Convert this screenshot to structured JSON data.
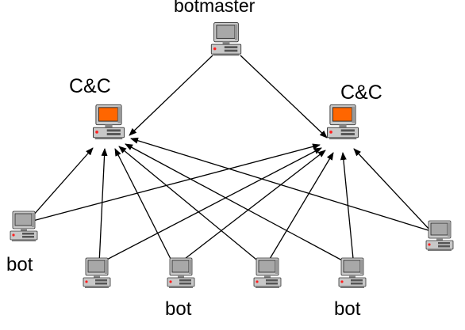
{
  "labels": {
    "botmaster": "botmaster",
    "cc_left": "C&C",
    "cc_right": "C&C",
    "bot_left": "bot",
    "bot_bottom_1": "bot",
    "bot_bottom_2": "bot"
  },
  "colors": {
    "cc_screen": "#ff6600",
    "pc_screen": "#a8a8a8",
    "pc_body": "#c8c8c8",
    "edge": "#000000",
    "indicator": "#ff2020"
  },
  "nodes": [
    {
      "id": "botmaster",
      "type": "botmaster",
      "icon": "computer-icon"
    },
    {
      "id": "cc1",
      "type": "cc",
      "icon": "server-computer-icon"
    },
    {
      "id": "cc2",
      "type": "cc",
      "icon": "server-computer-icon"
    },
    {
      "id": "bot1",
      "type": "bot",
      "icon": "computer-icon"
    },
    {
      "id": "bot2",
      "type": "bot",
      "icon": "computer-icon"
    },
    {
      "id": "bot3",
      "type": "bot",
      "icon": "computer-icon"
    },
    {
      "id": "bot4",
      "type": "bot",
      "icon": "computer-icon"
    },
    {
      "id": "bot5",
      "type": "bot",
      "icon": "computer-icon"
    },
    {
      "id": "bot6",
      "type": "bot",
      "icon": "computer-icon"
    }
  ],
  "edges": [
    {
      "from": "botmaster",
      "to": "cc1"
    },
    {
      "from": "botmaster",
      "to": "cc2"
    },
    {
      "from": "bot1",
      "to": "cc1"
    },
    {
      "from": "bot1",
      "to": "cc2"
    },
    {
      "from": "bot2",
      "to": "cc1"
    },
    {
      "from": "bot2",
      "to": "cc2"
    },
    {
      "from": "bot3",
      "to": "cc1"
    },
    {
      "from": "bot3",
      "to": "cc2"
    },
    {
      "from": "bot4",
      "to": "cc1"
    },
    {
      "from": "bot4",
      "to": "cc2"
    },
    {
      "from": "bot5",
      "to": "cc1"
    },
    {
      "from": "bot5",
      "to": "cc2"
    },
    {
      "from": "bot6",
      "to": "cc1"
    },
    {
      "from": "bot6",
      "to": "cc2"
    }
  ]
}
